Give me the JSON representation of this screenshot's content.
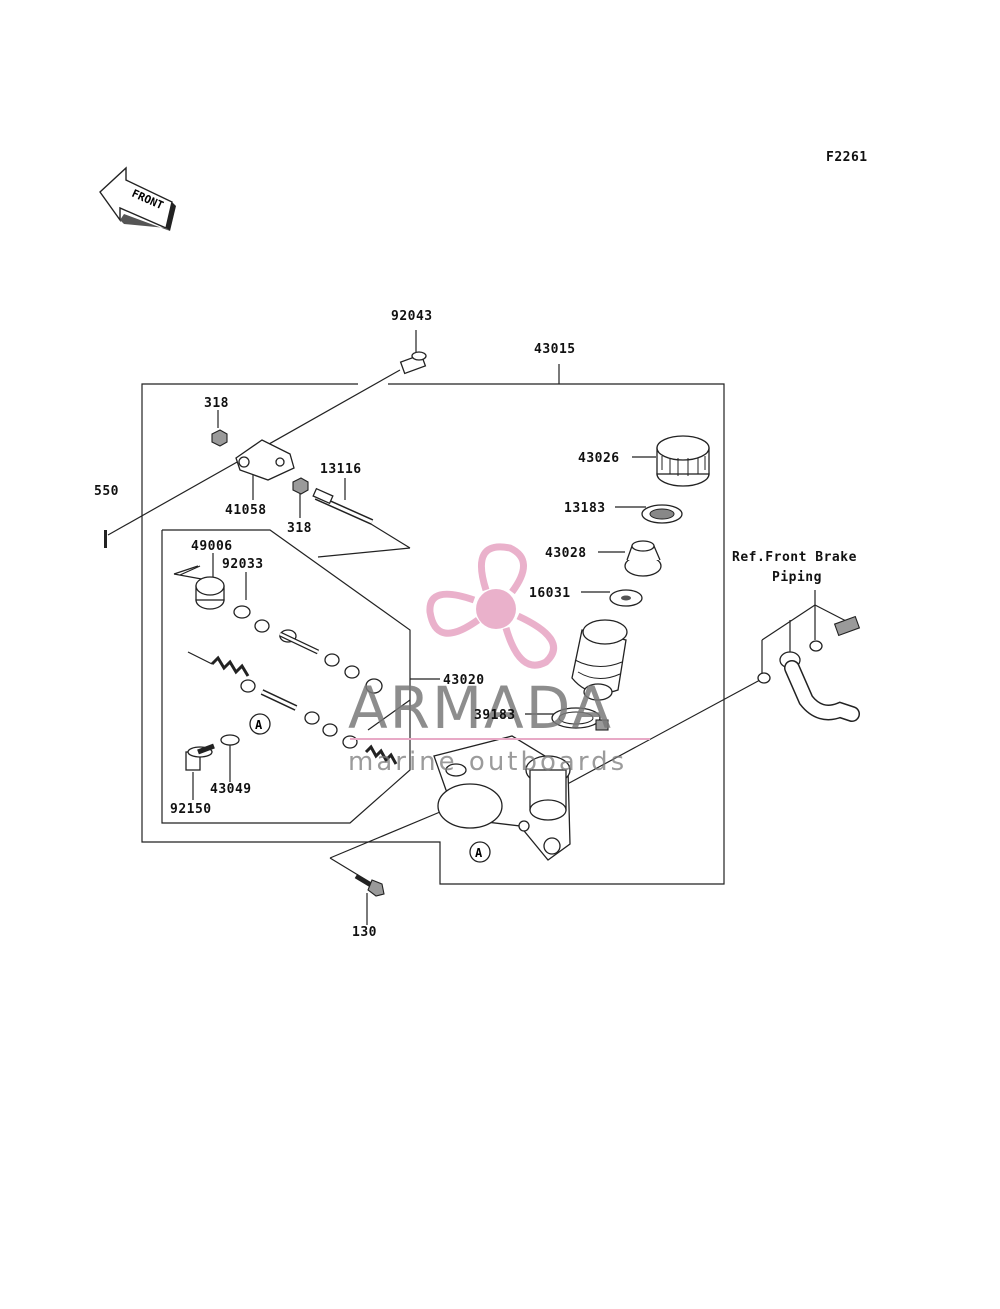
{
  "figure_code": "F2261",
  "front_arrow_label": "FRONT",
  "callouts": {
    "p92043": "92043",
    "p43015": "43015",
    "p318a": "318",
    "p318b": "318",
    "p550": "550",
    "p41058": "41058",
    "p13116": "13116",
    "p49006": "49006",
    "p92033": "92033",
    "p43026": "43026",
    "p13183": "13183",
    "p43028": "43028",
    "p16031": "16031",
    "p43020": "43020",
    "p39183": "39183",
    "p43049": "43049",
    "p92150": "92150",
    "p130": "130",
    "markerA1": "A",
    "markerA2": "A"
  },
  "reference_note": {
    "line1": "Ref.Front Brake",
    "line2": "Piping"
  },
  "watermark": {
    "brand": "ARMADA",
    "tagline": "marine outboards",
    "color": "#e8a9c6"
  }
}
